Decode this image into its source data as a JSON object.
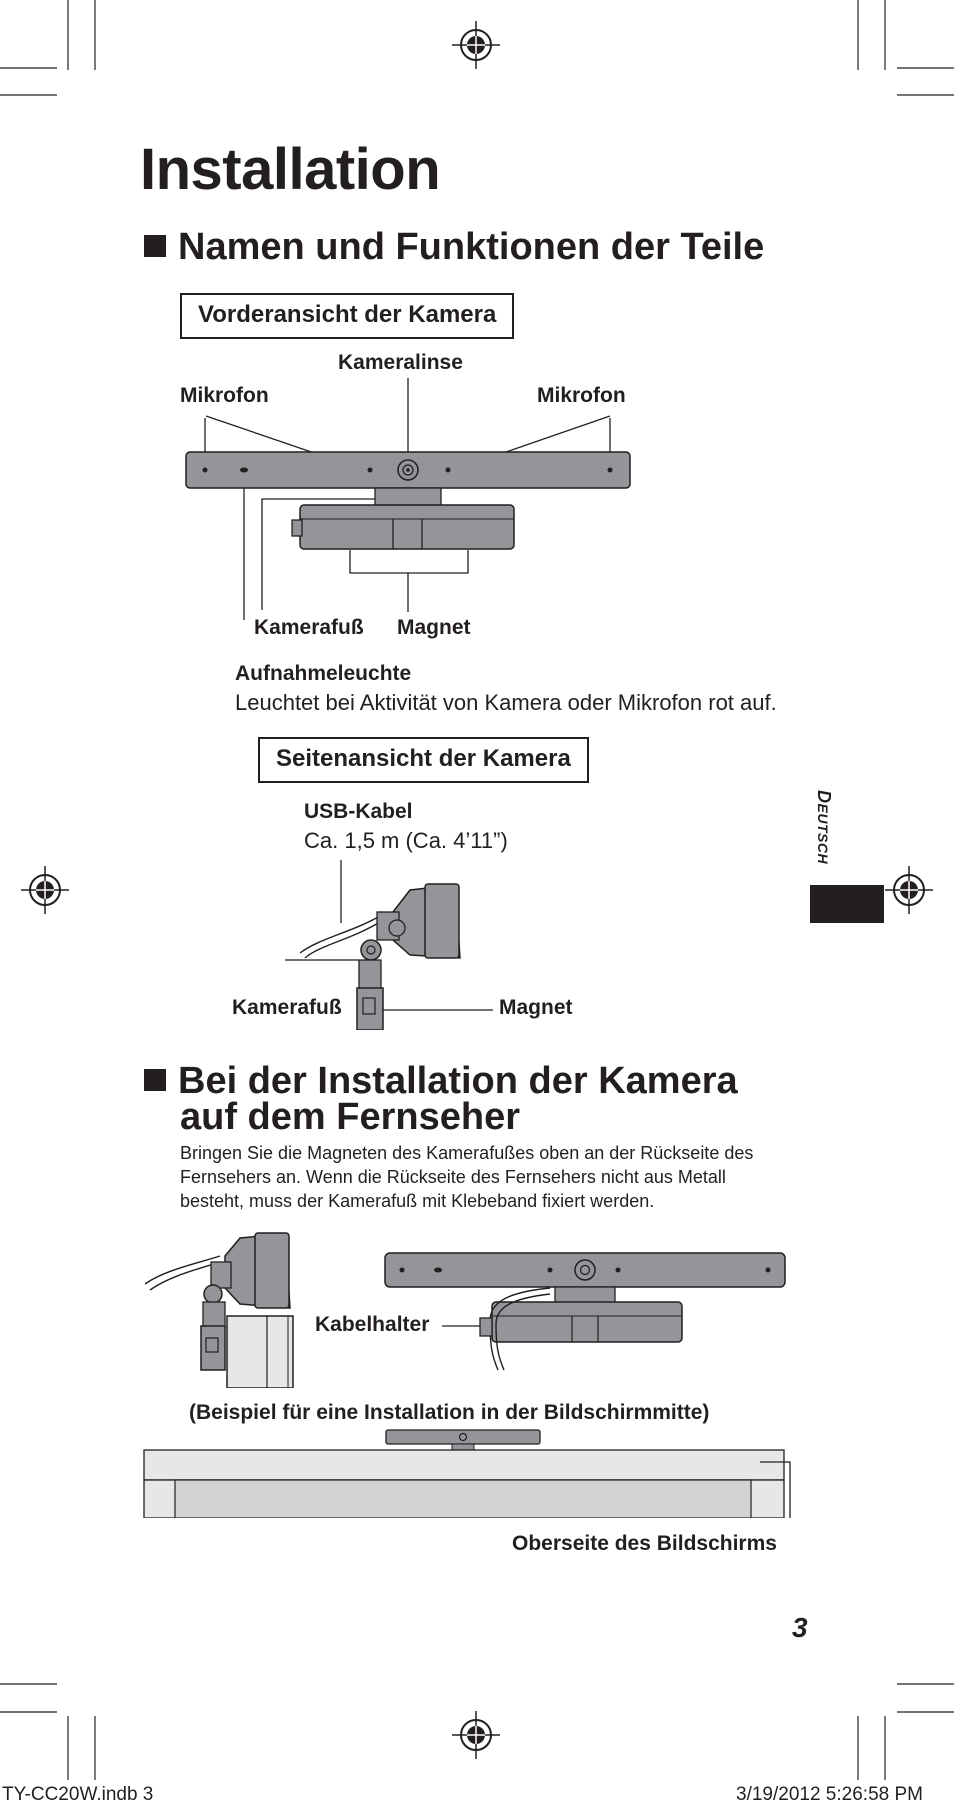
{
  "page": {
    "title": "Installation",
    "section1_heading": "Namen und Funktionen der Teile",
    "front_view": {
      "box_label": "Vorderansicht der Kamera",
      "lens": "Kameralinse",
      "mic_left": "Mikrofon",
      "mic_right": "Mikrofon",
      "foot": "Kamerafuß",
      "magnet": "Magnet",
      "light_title": "Aufnahmeleuchte",
      "light_desc": "Leuchtet bei Aktivität von Kamera oder Mikrofon rot auf."
    },
    "side_view": {
      "box_label": "Seitenansicht der Kamera",
      "usb_title": "USB-Kabel",
      "usb_length": "Ca. 1,5 m (Ca. 4’11”)",
      "foot": "Kamerafuß",
      "magnet": "Magnet"
    },
    "section2_heading_line1": "Bei der Installation der Kamera",
    "section2_heading_line2": "auf dem Fernseher",
    "section2_body": "Bringen Sie die Magneten des Kamerafußes oben an der Rückseite des Fernsehers an. Wenn die Rückseite des Fernsehers nicht aus Metall besteht, muss der Kamerafuß mit Klebeband fixiert werden.",
    "cable_holder": "Kabelhalter",
    "example_caption": "(Beispiel für eine Installation in der Bildschirmmitte)",
    "screen_top": "Oberseite des Bildschirms",
    "page_number": "3",
    "side_tab_first": "D",
    "side_tab_rest": "EUTSCH"
  },
  "footer": {
    "file": "TY-CC20W.indb   3",
    "timestamp": "3/19/2012   5:26:58 PM"
  },
  "colors": {
    "ink": "#231f20",
    "camera_gray": "#939598",
    "light_gray": "#e6e7e8",
    "mid_gray": "#d1d3d4"
  }
}
